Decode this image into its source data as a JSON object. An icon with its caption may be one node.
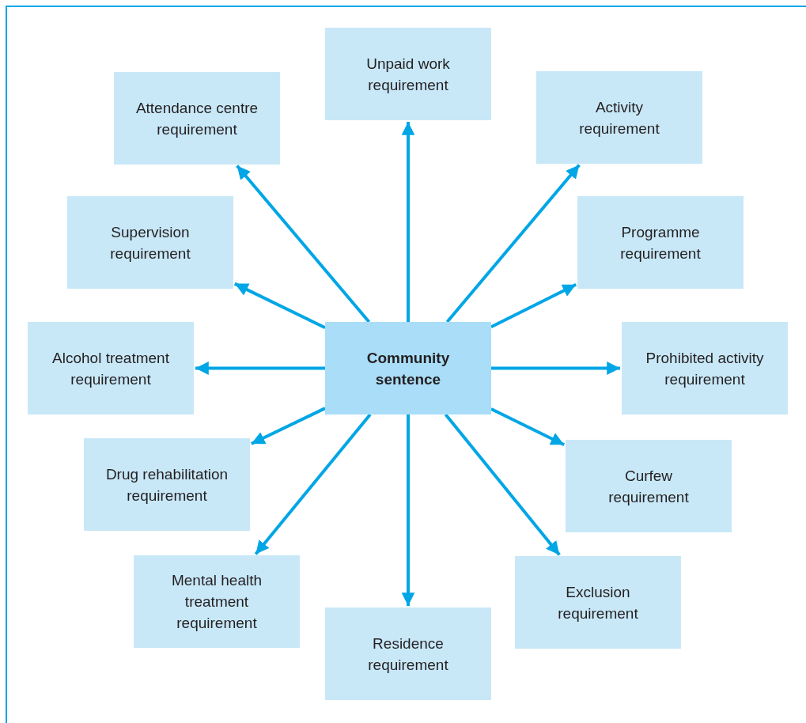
{
  "diagram": {
    "nodes": [
      {
        "text": [
          "Community sentence"
        ]
      },
      {
        "text": [
          "Unpaid work requirement"
        ]
      },
      {
        "text": [
          "Attendance centre requirement"
        ]
      },
      {
        "text": [
          "Activity requirement"
        ]
      },
      {
        "text": [
          "Supervision requirement"
        ]
      },
      {
        "text": [
          "Programme requirement"
        ]
      },
      {
        "text": [
          "Alcohol treatment requirement"
        ]
      },
      {
        "text": [
          "Prohibited activity requirement"
        ]
      },
      {
        "text": [
          "Drug rehabilitation requirement"
        ]
      },
      {
        "text": [
          "Curfew requirement"
        ]
      },
      {
        "text": [
          "Mental health treatment requirement"
        ]
      },
      {
        "text": [
          "Exclusion requirement"
        ]
      },
      {
        "text": [
          "Residence requirement"
        ]
      }
    ],
    "edges": [
      {
        "from": 0,
        "to": 1,
        "arrow": "to"
      },
      {
        "from": 0,
        "to": 2,
        "arrow": "to"
      },
      {
        "from": 0,
        "to": 3,
        "arrow": "to"
      },
      {
        "from": 0,
        "to": 4,
        "arrow": "to"
      },
      {
        "from": 0,
        "to": 5,
        "arrow": "to"
      },
      {
        "from": 0,
        "to": 6,
        "arrow": "to"
      },
      {
        "from": 0,
        "to": 7,
        "arrow": "to"
      },
      {
        "from": 0,
        "to": 8,
        "arrow": "to"
      },
      {
        "from": 0,
        "to": 9,
        "arrow": "to"
      },
      {
        "from": 0,
        "to": 10,
        "arrow": "to"
      },
      {
        "from": 0,
        "to": 11,
        "arrow": "to"
      },
      {
        "from": 0,
        "to": 12,
        "arrow": "to"
      }
    ]
  }
}
